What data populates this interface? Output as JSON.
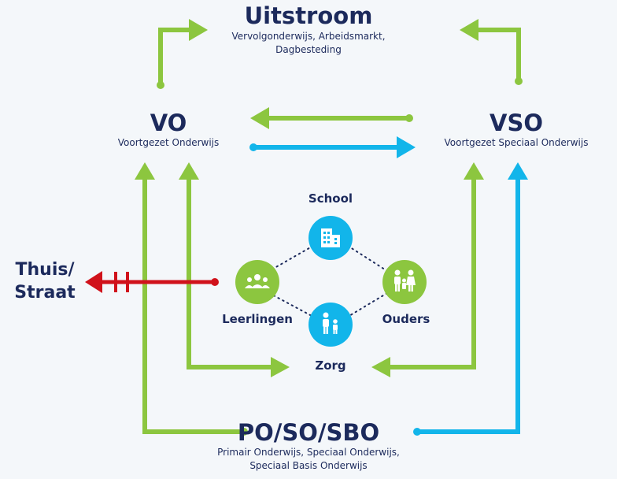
{
  "colors": {
    "green": "#8cc63f",
    "blue": "#12b5ea",
    "red": "#d0121b",
    "text": "#1c2a5c",
    "dots": "#1c2a5c"
  },
  "uitstroom": {
    "title": "Uitstroom",
    "line1": "Vervolgonderwijs, Arbeidsmarkt,",
    "line2": "Dagbesteding"
  },
  "vo": {
    "title": "VO",
    "subtitle": "Voortgezet Onderwijs"
  },
  "vso": {
    "title": "VSO",
    "subtitle": "Voortgezet Speciaal Onderwijs"
  },
  "thuis": {
    "line1": "Thuis/",
    "line2": "Straat"
  },
  "po": {
    "title": "PO/SO/SBO",
    "line1": "Primair Onderwijs, Speciaal Onderwijs,",
    "line2": "Speciaal Basis Onderwijs"
  },
  "nodes": {
    "school": {
      "label": "School",
      "icon": "building-icon"
    },
    "leerlingen": {
      "label": "Leerlingen",
      "icon": "group-icon"
    },
    "ouders": {
      "label": "Ouders",
      "icon": "family-icon"
    },
    "zorg": {
      "label": "Zorg",
      "icon": "parent-child-icon"
    }
  }
}
